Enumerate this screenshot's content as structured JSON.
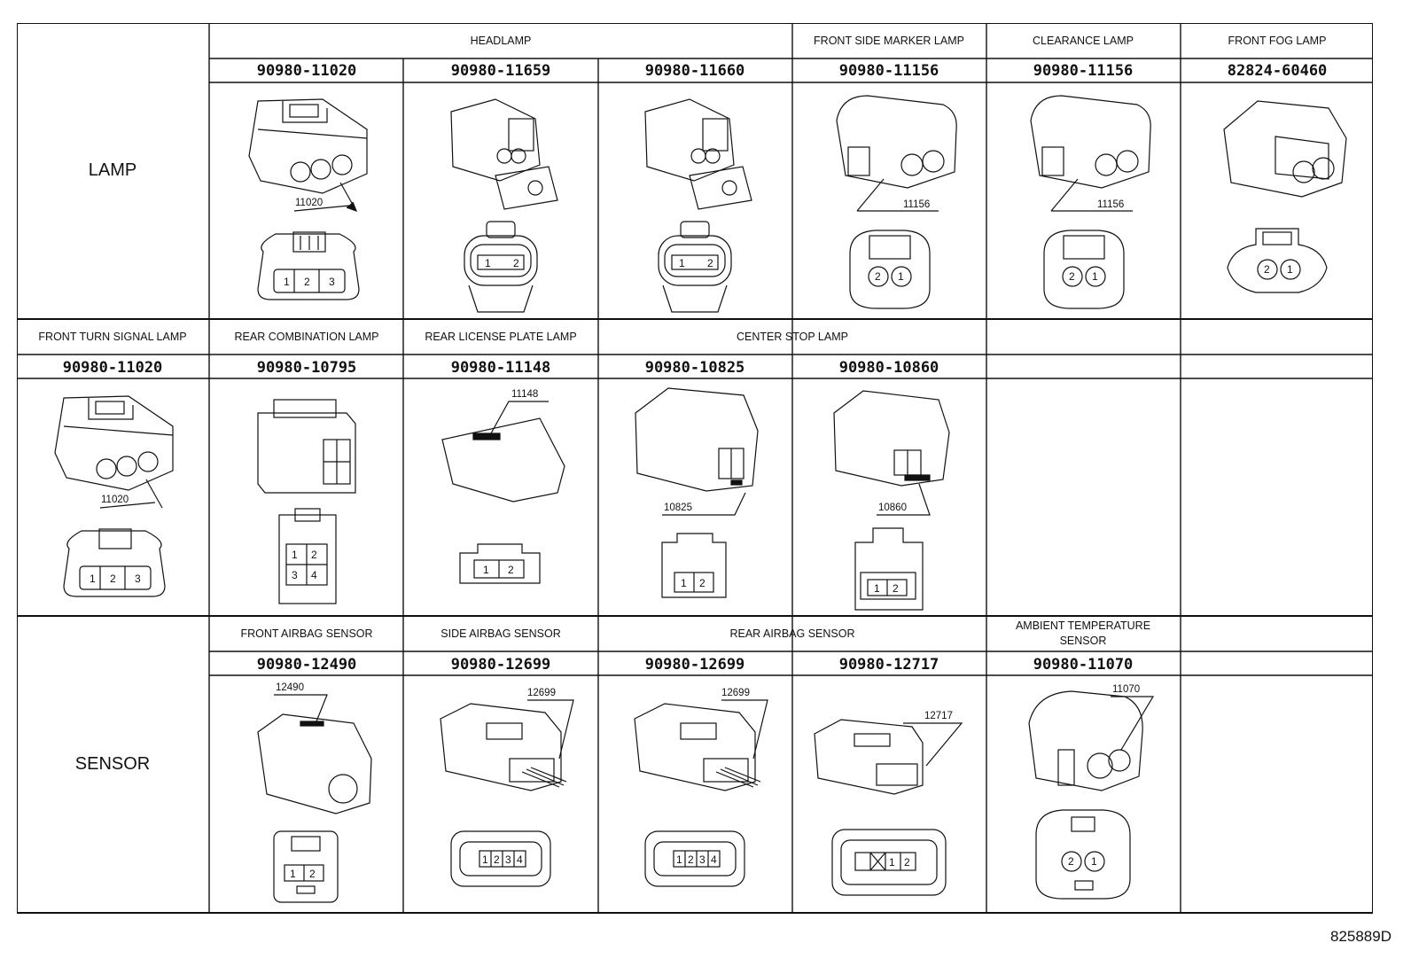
{
  "categories": {
    "lamp": "LAMP",
    "sensor": "SENSOR"
  },
  "lamp_row1": {
    "headers": {
      "headlamp": "HEADLAMP",
      "front_side_marker": "FRONT SIDE MARKER LAMP",
      "clearance": "CLEARANCE LAMP",
      "front_fog": "FRONT FOG LAMP"
    },
    "parts": [
      "90980-11020",
      "90980-11659",
      "90980-11660",
      "90980-11156",
      "90980-11156",
      "82824-60460"
    ],
    "labels": [
      "11020",
      "11156",
      "11156"
    ]
  },
  "lamp_row2": {
    "headers": {
      "front_turn": "FRONT TURN SIGNAL LAMP",
      "rear_combination": "REAR COMBINATION LAMP",
      "rear_license": "REAR LICENSE PLATE LAMP",
      "center_stop": "CENTER STOP LAMP"
    },
    "parts": [
      "90980-11020",
      "90980-10795",
      "90980-11148",
      "90980-10825",
      "90980-10860"
    ],
    "labels": [
      "11020",
      "11148",
      "10825",
      "10860"
    ]
  },
  "sensor_row": {
    "headers": {
      "front_airbag": "FRONT AIRBAG SENSOR",
      "side_airbag": "SIDE AIRBAG SENSOR",
      "rear_airbag": "REAR AIRBAG SENSOR",
      "ambient_line1": "AMBIENT TEMPERATURE",
      "ambient_line2": "SENSOR"
    },
    "parts": [
      "90980-12490",
      "90980-12699",
      "90980-12699",
      "90980-12717",
      "90980-11070"
    ],
    "labels": [
      "12490",
      "12699",
      "12699",
      "12717",
      "11070"
    ]
  },
  "pins": {
    "p1": "1",
    "p2": "2",
    "p3": "3",
    "p4": "4"
  },
  "doc_id": "825889D"
}
